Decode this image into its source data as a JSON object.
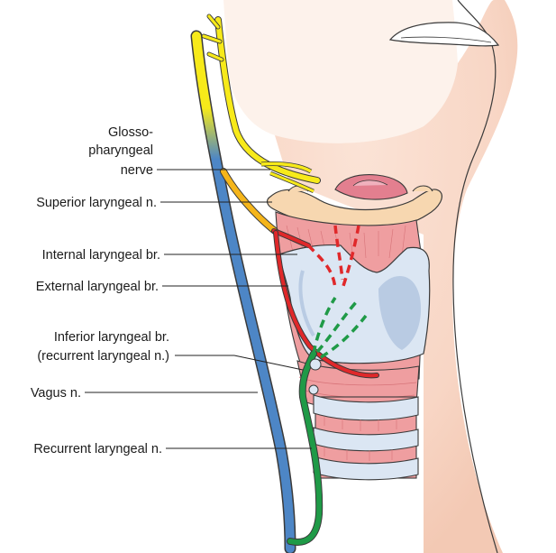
{
  "diagram": {
    "labels": {
      "glosso_line1": "Glosso-",
      "glosso_line2": "pharyngeal",
      "glosso_line3": "nerve",
      "superior_laryngeal": "Superior laryngeal n.",
      "internal_laryngeal": "Internal laryngeal br.",
      "external_laryngeal": "External laryngeal br.",
      "inferior_line1": "Inferior laryngeal br.",
      "inferior_line2": "(recurrent laryngeal n.)",
      "vagus": "Vagus n.",
      "recurrent_laryngeal": "Recurrent laryngeal n."
    },
    "colors": {
      "skin": "#fbe3d6",
      "skin_shadow": "#f3c9b4",
      "cartilage": "#dbe6f3",
      "cartilage_shadow": "#b9cbe3",
      "muscle": "#ef9ea0",
      "hyoid": "#f7d7b0",
      "glossopharyngeal_nerve": "#f7ea1a",
      "vagus_nerve": "#4d86c6",
      "superior_laryngeal_nerve": "#e0282a",
      "recurrent_laryngeal_nerve": "#1f9a47",
      "leader_lines": "#222222"
    }
  }
}
